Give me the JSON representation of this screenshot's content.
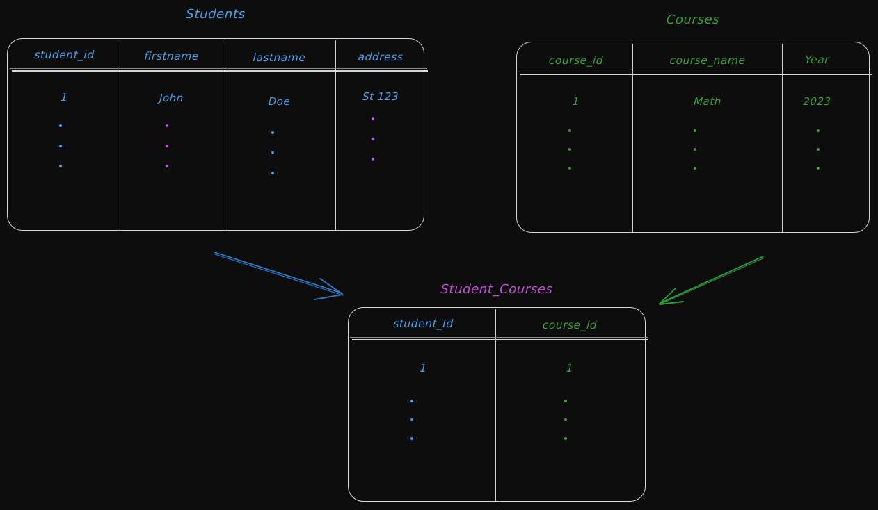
{
  "theme": {
    "background": "#0d0d0d",
    "stroke": "#d6d6d6",
    "blue": "#4a9eea",
    "green": "#3a9e3a",
    "magenta": "#c44fd8",
    "purple_dot": "#b44be0"
  },
  "tables": {
    "students": {
      "title": "Students",
      "title_color": "#4a9eea",
      "columns": [
        {
          "header": "student_id",
          "value": "1",
          "color": "#4a9eea",
          "dot_color": "#4a9eea"
        },
        {
          "header": "firstname",
          "value": "John",
          "color": "#4a9eea",
          "dot_color": "#b44be0"
        },
        {
          "header": "lastname",
          "value": "Doe",
          "color": "#4a9eea",
          "dot_color": "#4a9eea"
        },
        {
          "header": "address",
          "value": "St 123",
          "color": "#4a9eea",
          "dot_color": "#b44be0"
        }
      ]
    },
    "courses": {
      "title": "Courses",
      "title_color": "#3a9e3a",
      "columns": [
        {
          "header": "course_id",
          "value": "1",
          "color": "#3a9e3a",
          "dot_color": "#3a9e3a"
        },
        {
          "header": "course_name",
          "value": "Math",
          "color": "#3a9e3a",
          "dot_color": "#3a9e3a"
        },
        {
          "header": "Year",
          "value": "2023",
          "color": "#3a9e3a",
          "dot_color": "#3a9e3a"
        }
      ]
    },
    "student_courses": {
      "title": "Student_Courses",
      "title_color": "#c44fd8",
      "columns": [
        {
          "header": "student_Id",
          "value": "1",
          "color": "#4a9eea",
          "dot_color": "#4a9eea"
        },
        {
          "header": "course_id",
          "value": "1",
          "color": "#3a9e3a",
          "dot_color": "#3a9e3a"
        }
      ]
    }
  },
  "arrows": [
    {
      "name": "students-to-student-courses",
      "color": "#2f7fd0",
      "from": "Students",
      "to": "Student_Courses"
    },
    {
      "name": "courses-to-student-courses",
      "color": "#2f9e3f",
      "from": "Courses",
      "to": "Student_Courses"
    }
  ]
}
